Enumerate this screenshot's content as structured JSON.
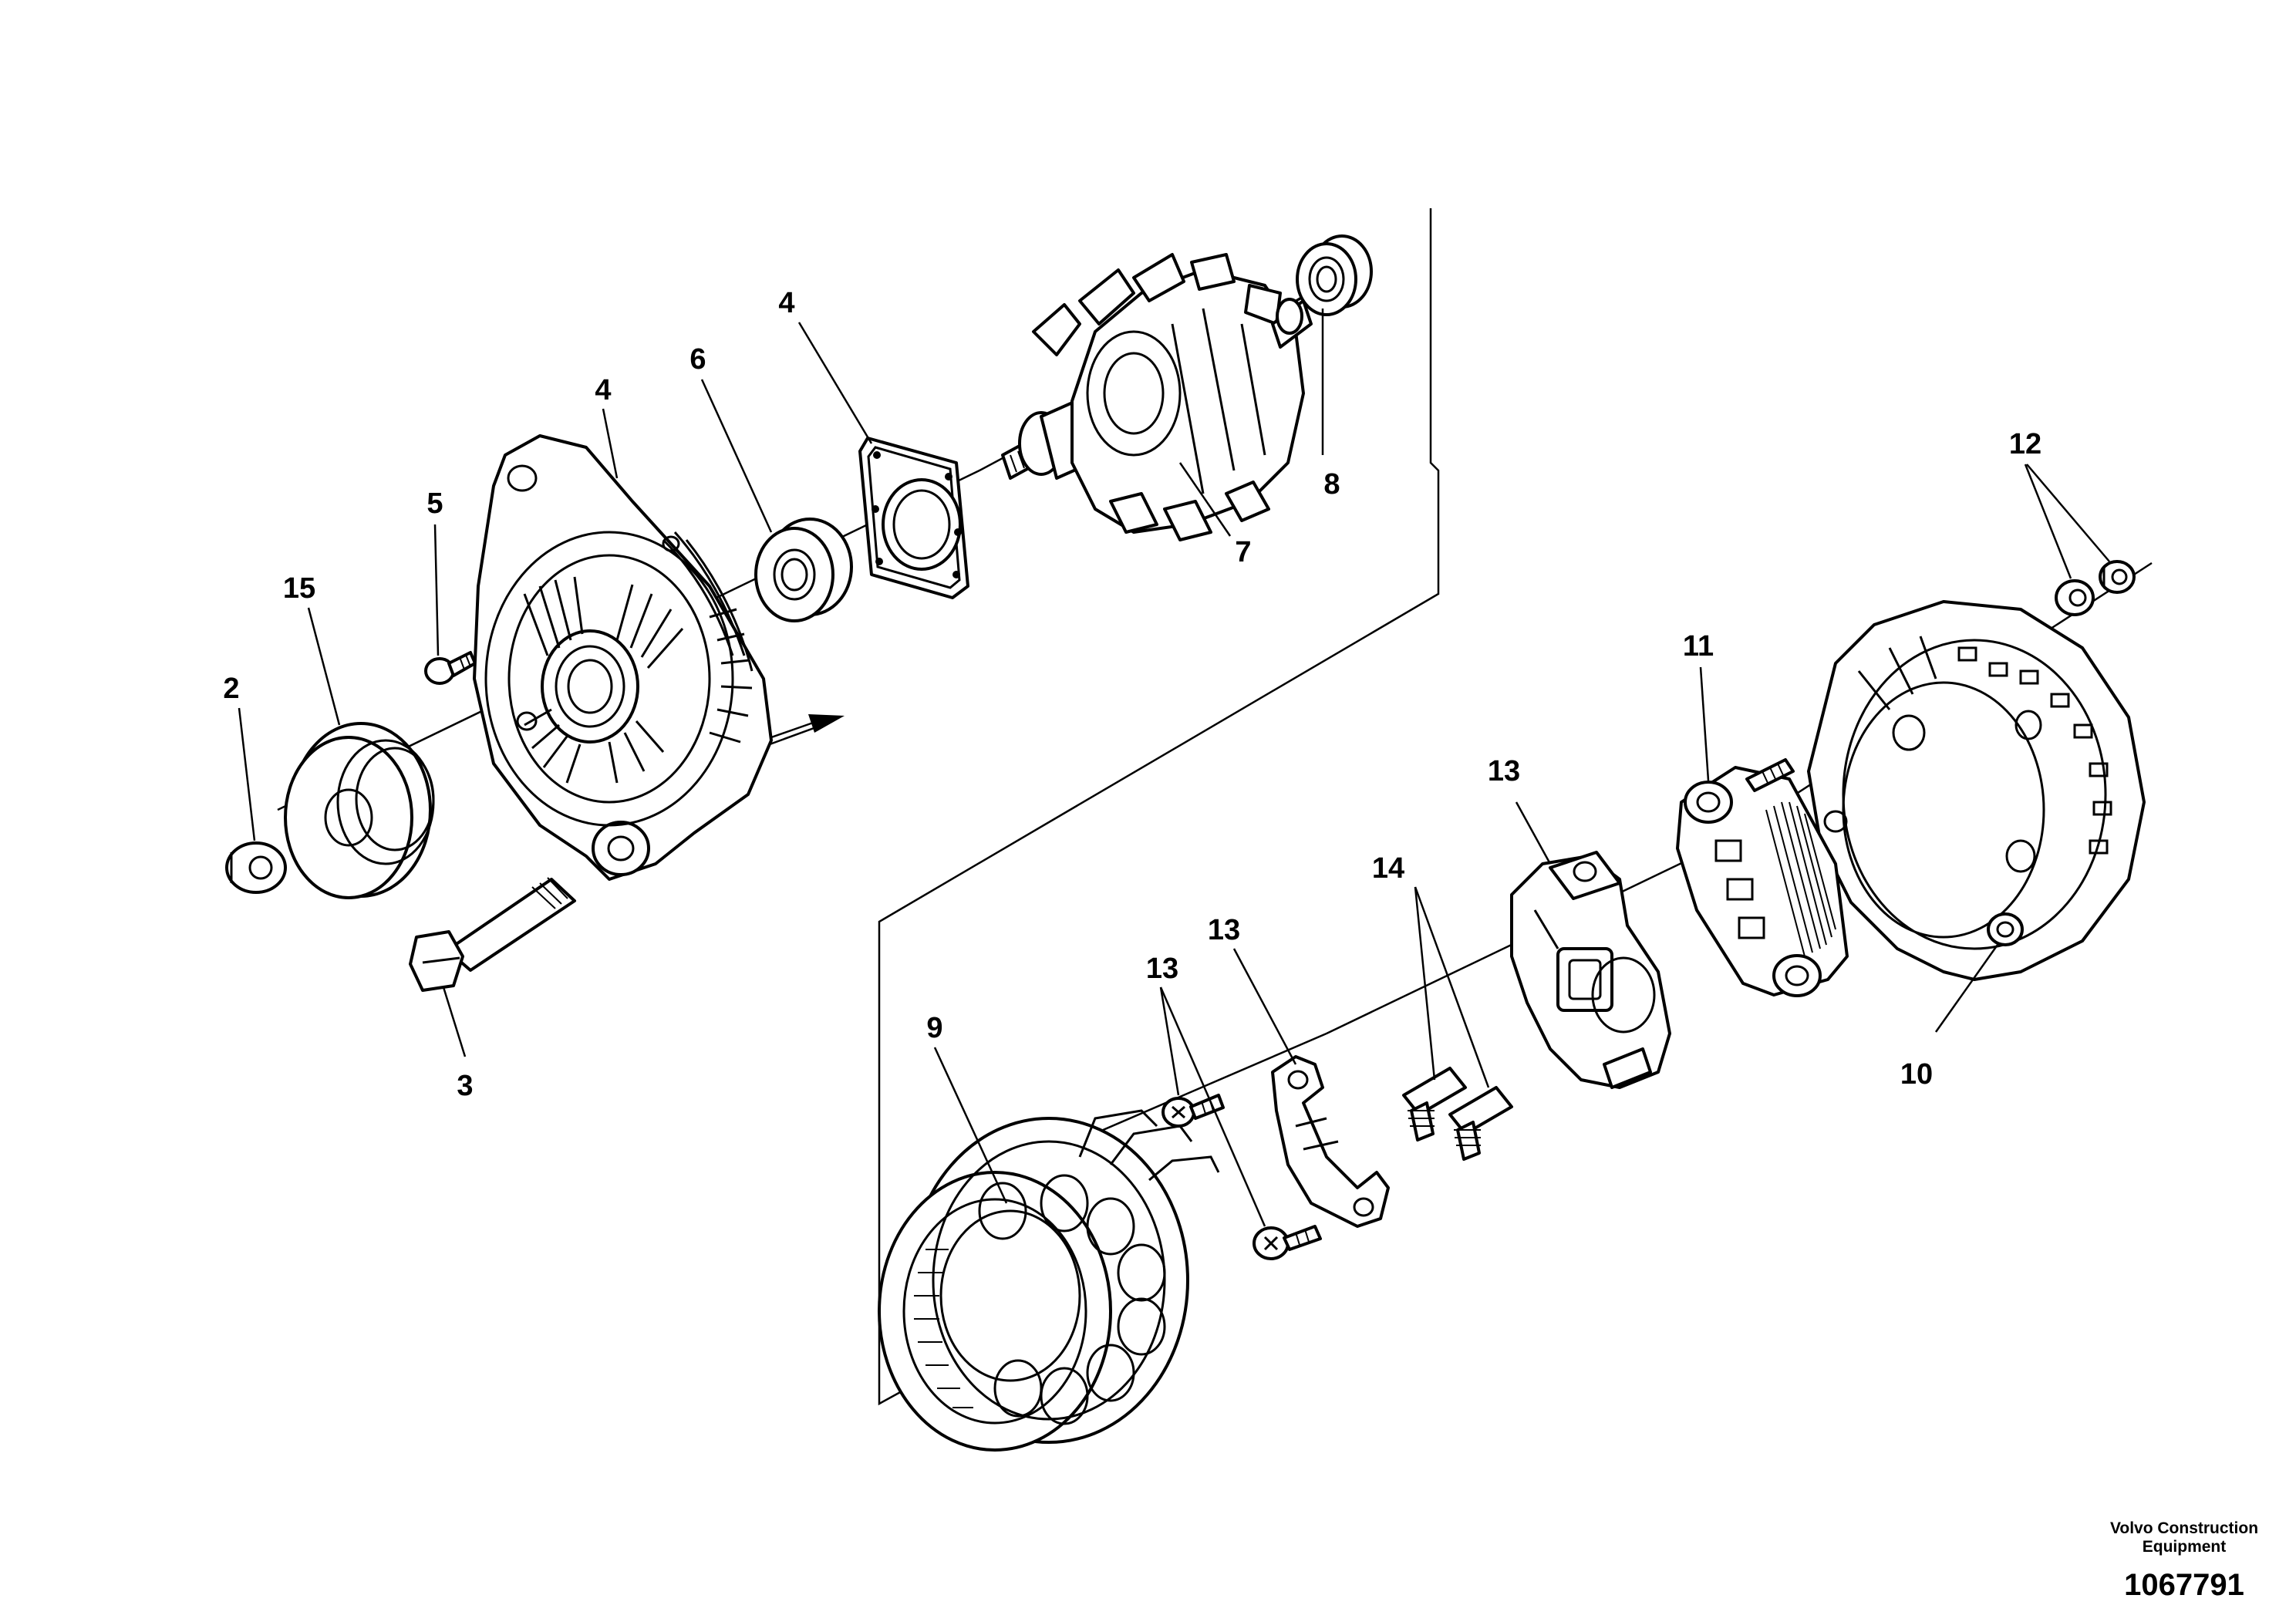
{
  "diagram": {
    "callouts": {
      "c2": "2",
      "c15": "15",
      "c5": "5",
      "c4a": "4",
      "c6": "6",
      "c4b": "4",
      "c7": "7",
      "c8": "8",
      "c3": "3",
      "c12": "12",
      "c11": "11",
      "c13a": "13",
      "c10": "10",
      "c14": "14",
      "c13b": "13",
      "c13c": "13",
      "c9": "9"
    }
  },
  "footer": {
    "company_line1": "Volvo Construction",
    "company_line2": "Equipment",
    "drawing_number": "1067791"
  }
}
